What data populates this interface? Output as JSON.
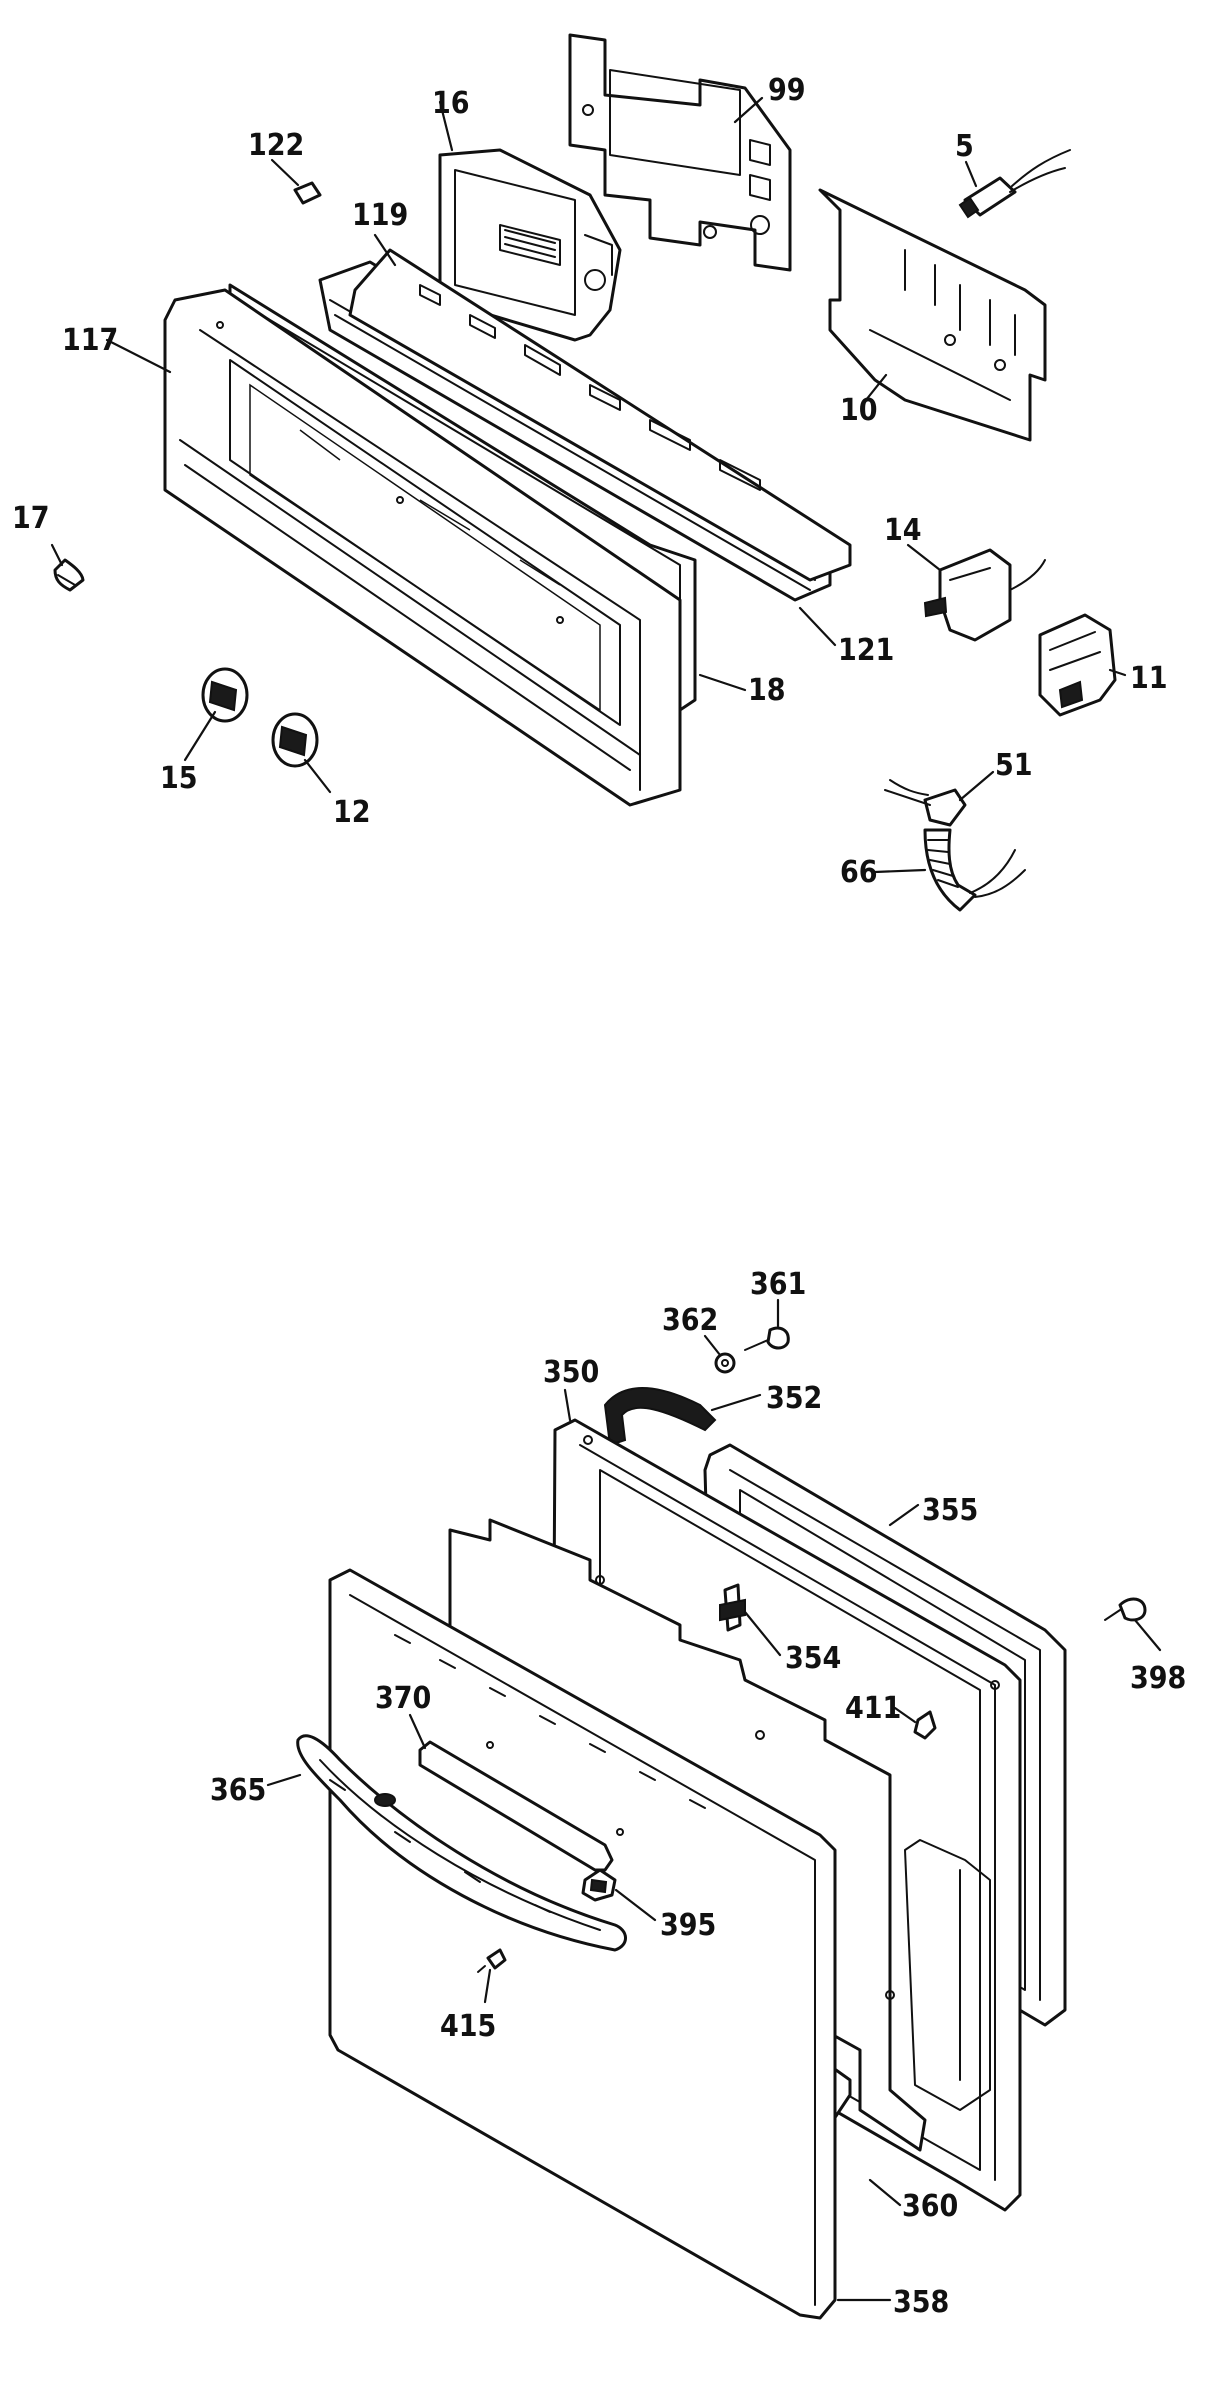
{
  "diagram": {
    "top_assembly": {
      "callouts": {
        "c99": "99",
        "c16": "16",
        "c122": "122",
        "c5": "5",
        "c119": "119",
        "c117": "117",
        "c10": "10",
        "c17": "17",
        "c14": "14",
        "c121": "121",
        "c11": "11",
        "c18": "18",
        "c15": "15",
        "c12": "12",
        "c51": "51",
        "c66": "66"
      }
    },
    "door_assembly": {
      "callouts": {
        "c361": "361",
        "c362": "362",
        "c350": "350",
        "c352": "352",
        "c355": "355",
        "c398": "398",
        "c354": "354",
        "c370": "370",
        "c411": "411",
        "c365": "365",
        "c395": "395",
        "c415": "415",
        "c360": "360",
        "c358": "358"
      }
    }
  }
}
